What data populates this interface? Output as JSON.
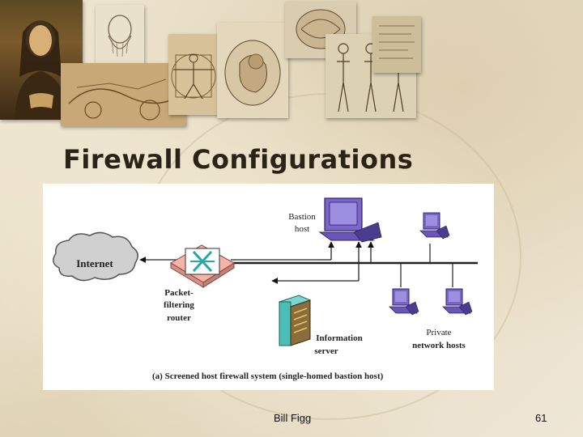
{
  "slide": {
    "title": "Firewall Configurations",
    "footer_author": "Bill Figg",
    "page_number": "61"
  },
  "diagram": {
    "internet_label": "Internet",
    "bastion_label_1": "Bastion",
    "bastion_label_2": "host",
    "router_label_1": "Packet-",
    "router_label_2": "filtering",
    "router_label_3": "router",
    "info_server_label_1": "Information",
    "info_server_label_2": "server",
    "private_label_1": "Private",
    "private_label_2": "network hosts",
    "caption": "(a) Screened host firewall system (single-homed bastion host)"
  },
  "colors": {
    "computer": "#7a66c8",
    "router": "#f6b3a8",
    "server": "#4bbfb7",
    "cloud": "#d0d0d0"
  }
}
